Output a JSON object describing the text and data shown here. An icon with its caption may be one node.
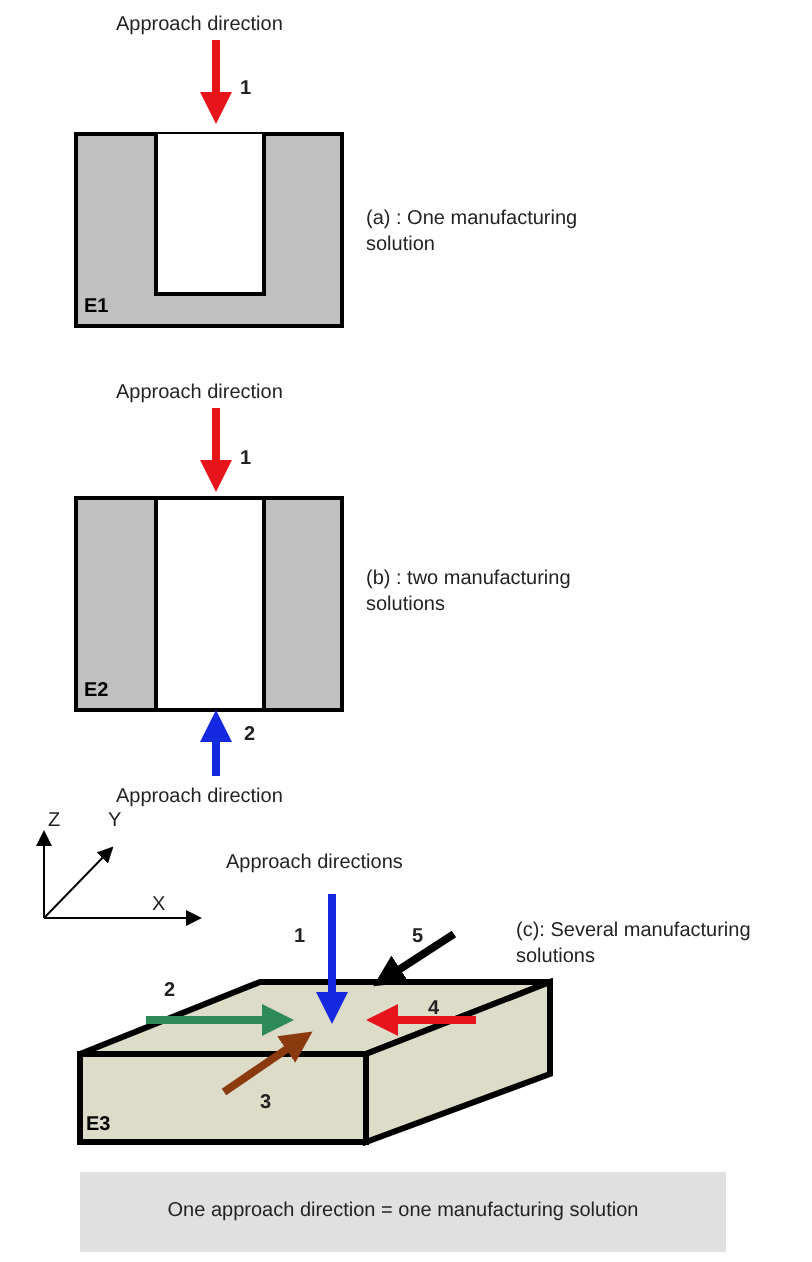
{
  "diagram": {
    "nodes": [
      {
        "text": [
          "E1"
        ]
      },
      {
        "text": [
          "E2"
        ]
      },
      {
        "text": [
          "E3"
        ]
      }
    ],
    "labels": [
      "Approach direction",
      "1",
      "(a) : One manufacturing solution",
      "Approach direction",
      "1",
      "(b) : two manufacturing solutions",
      "2",
      "Approach direction",
      "Z",
      "Y",
      "X",
      "Approach directions",
      "1",
      "5",
      "(c): Several manufacturing solutions",
      "2",
      "4",
      "3",
      "One approach direction = one manufacturing solution"
    ]
  }
}
